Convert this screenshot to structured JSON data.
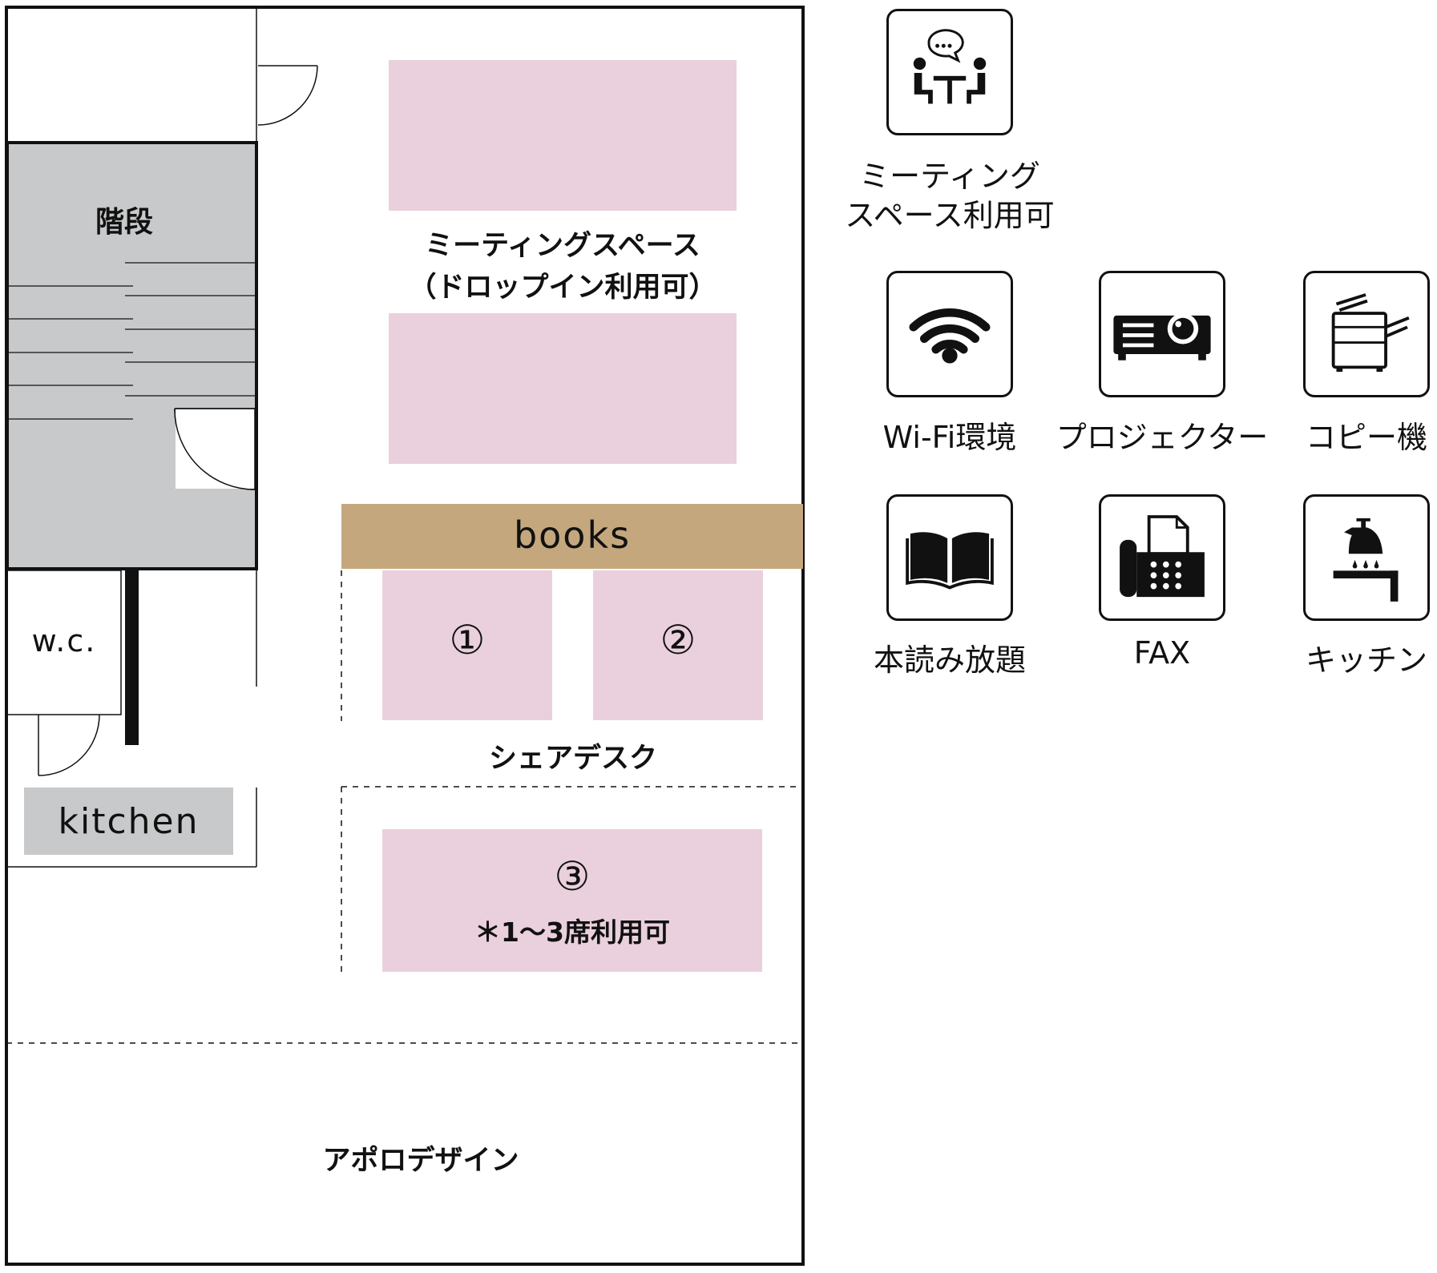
{
  "floorplan": {
    "stairs_label": "階段",
    "wc_label": "w.c.",
    "kitchen_label": "kitchen",
    "books_label": "books",
    "meeting_space_label_line1": "ミーティングスペース",
    "meeting_space_label_line2": "（ドロップイン利用可）",
    "desk_1_label": "①",
    "desk_2_label": "②",
    "desk_3_label": "③",
    "desk_3_note": "＊1〜3席利用可",
    "share_desk_label": "シェアデスク",
    "apollo_label": "アポロデザイン"
  },
  "amenities": [
    {
      "icon": "meeting-icon",
      "label_line1": "ミーティング",
      "label_line2": "スペース利用可"
    },
    {
      "icon": "wifi-icon",
      "label": "Wi-Fi環境"
    },
    {
      "icon": "projector-icon",
      "label": "プロジェクター"
    },
    {
      "icon": "copier-icon",
      "label": "コピー機"
    },
    {
      "icon": "book-icon",
      "label": "本読み放題"
    },
    {
      "icon": "fax-icon",
      "label": "FAX"
    },
    {
      "icon": "kitchen-icon",
      "label": "キッチン"
    }
  ],
  "colors": {
    "seat_pink": "#ead0dc",
    "books_tan": "#c4a77d",
    "stairs_gray": "#c8c9ca",
    "outline": "#111111"
  }
}
